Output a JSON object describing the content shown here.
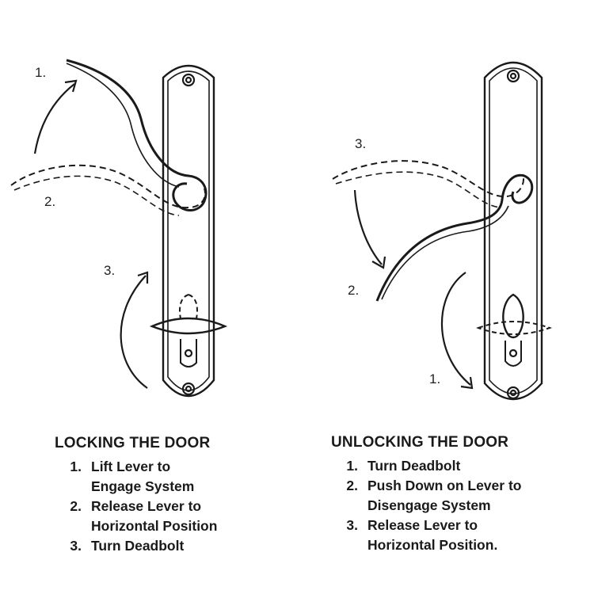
{
  "locking": {
    "title": "LOCKING THE DOOR",
    "steps": [
      {
        "num": "1.",
        "text": "Lift Lever to\nEngage System"
      },
      {
        "num": "2.",
        "text": "Release Lever to\nHorizontal Position"
      },
      {
        "num": "3.",
        "text": "Turn Deadbolt"
      }
    ],
    "diagram_labels": [
      "1.",
      "2.",
      "3."
    ]
  },
  "unlocking": {
    "title": "UNLOCKING THE DOOR",
    "steps": [
      {
        "num": "1.",
        "text": "Turn Deadbolt"
      },
      {
        "num": "2.",
        "text": "Push Down on Lever to\nDisengage System"
      },
      {
        "num": "3.",
        "text": "Release Lever to\nHorizontal Position."
      }
    ],
    "diagram_labels": [
      "3.",
      "2.",
      "1."
    ]
  }
}
